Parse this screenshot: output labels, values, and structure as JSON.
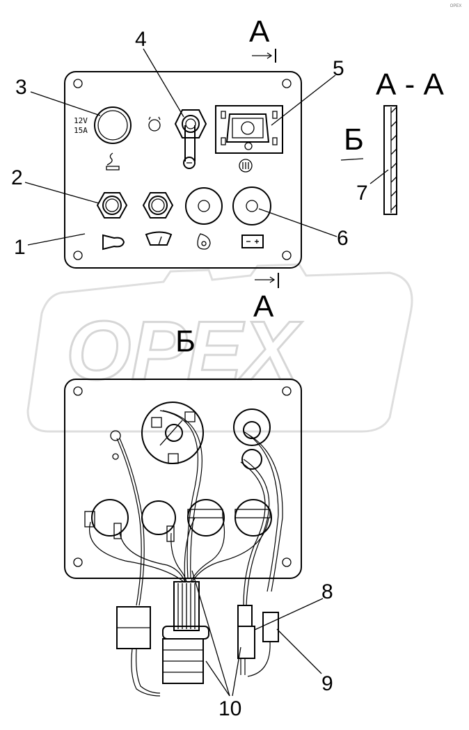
{
  "watermark": {
    "text": "OPEX",
    "corner_text": "ОРЕХ"
  },
  "view_front": {
    "section_marker_top": "А",
    "section_marker_bottom": "А",
    "panel_label": "1",
    "fuse_text_line1": "12V",
    "fuse_text_line2": "15A",
    "callouts": [
      "1",
      "2",
      "3",
      "4",
      "5",
      "6"
    ]
  },
  "view_section": {
    "title": "А - А",
    "arrow_label": "Б",
    "callout": "7"
  },
  "view_back": {
    "title": "Б",
    "callouts": [
      "8",
      "9",
      "10"
    ]
  },
  "icons": [
    "cigarette-lighter-icon",
    "horn-icon",
    "wiper-icon",
    "fuel-drop-icon",
    "battery-icon",
    "heater-icon"
  ]
}
